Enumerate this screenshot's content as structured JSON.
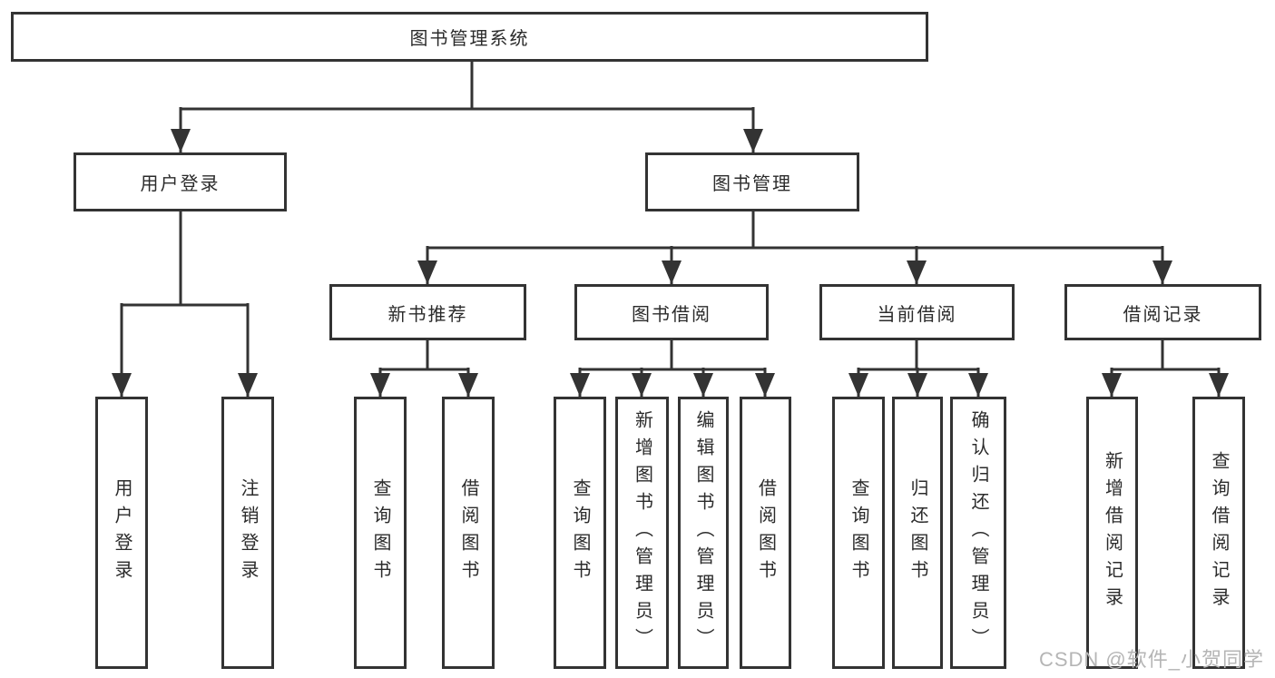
{
  "nodes": {
    "root": {
      "label": "图书管理系统"
    },
    "userLogin": {
      "label": "用户登录"
    },
    "bookMgmt": {
      "label": "图书管理"
    },
    "ulLogin": {
      "label": "用户登录"
    },
    "ulLogout": {
      "label": "注销登录"
    },
    "newBook": {
      "label": "新书推荐"
    },
    "bookBorrow": {
      "label": "图书借阅"
    },
    "currentBorrow": {
      "label": "当前借阅"
    },
    "borrowRecord": {
      "label": "借阅记录"
    },
    "nbQuery": {
      "label": "查询图书"
    },
    "nbBorrow": {
      "label": "借阅图书"
    },
    "bbQuery": {
      "label": "查询图书"
    },
    "bbAdd": {
      "label": "新增图书（管理员）"
    },
    "bbEdit": {
      "label": "编辑图书（管理员）"
    },
    "bbBorrow": {
      "label": "借阅图书"
    },
    "cbQuery": {
      "label": "查询图书"
    },
    "cbReturn": {
      "label": "归还图书"
    },
    "cbConfirm": {
      "label": "确认归还（管理员）"
    },
    "brAdd": {
      "label": "新增借阅记录"
    },
    "brQuery": {
      "label": "查询借阅记录"
    }
  },
  "structure": {
    "图书管理系统": {
      "用户登录": [
        "用户登录",
        "注销登录"
      ],
      "图书管理": {
        "新书推荐": [
          "查询图书",
          "借阅图书"
        ],
        "图书借阅": [
          "查询图书",
          "新增图书（管理员）",
          "编辑图书（管理员）",
          "借阅图书"
        ],
        "当前借阅": [
          "查询图书",
          "归还图书",
          "确认归还（管理员）"
        ],
        "借阅记录": [
          "新增借阅记录",
          "查询借阅记录"
        ]
      }
    }
  },
  "watermark": {
    "text": "CSDN @软件_小贺同学"
  },
  "colors": {
    "line": "#333333",
    "text": "#2b2b2b",
    "watermark": "#b5b5b5",
    "background": "#ffffff"
  }
}
